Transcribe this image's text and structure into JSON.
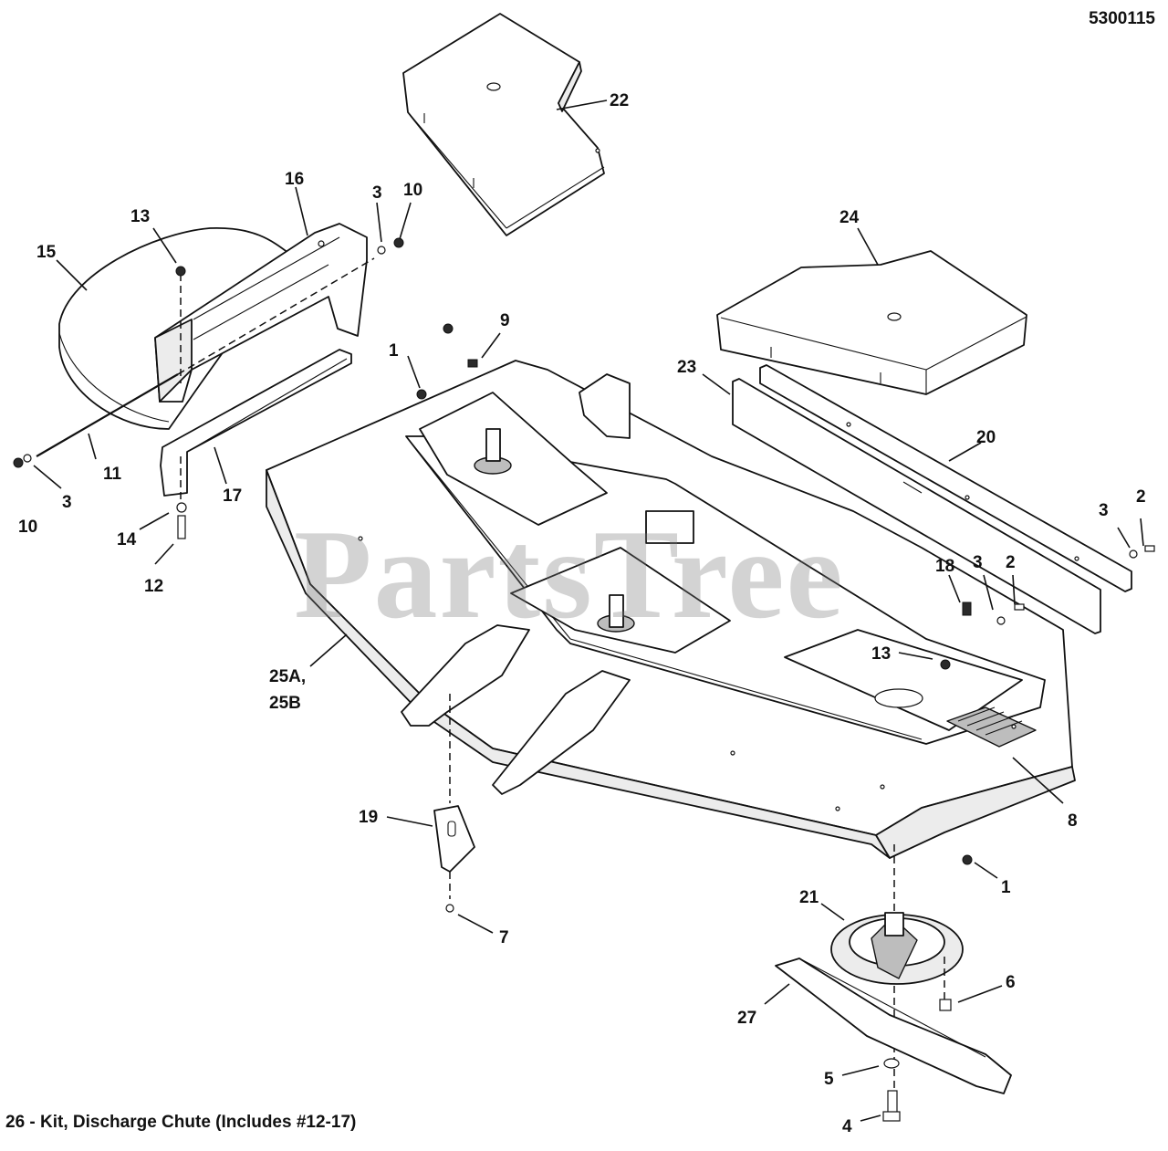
{
  "diagram_id": "5300115",
  "watermark": "PartsTree",
  "footnote": "26 - Kit, Discharge Chute (Includes #12-17)",
  "callouts": {
    "c22": "22",
    "c16": "16",
    "c3a": "3",
    "c10a": "10",
    "c13a": "13",
    "c15": "15",
    "c24": "24",
    "c9": "9",
    "c1a": "1",
    "c23": "23",
    "c11": "11",
    "c17": "17",
    "c3b": "3",
    "c10b": "10",
    "c20": "20",
    "c3c": "3",
    "c2a": "2",
    "c14": "14",
    "c12": "12",
    "c18": "18",
    "c3d": "3",
    "c2b": "2",
    "c25a": "25A,",
    "c25b": "25B",
    "c13b": "13",
    "c8": "8",
    "c19": "19",
    "c1b": "1",
    "c21": "21",
    "c7": "7",
    "c6": "6",
    "c27": "27",
    "c5": "5",
    "c4": "4"
  }
}
